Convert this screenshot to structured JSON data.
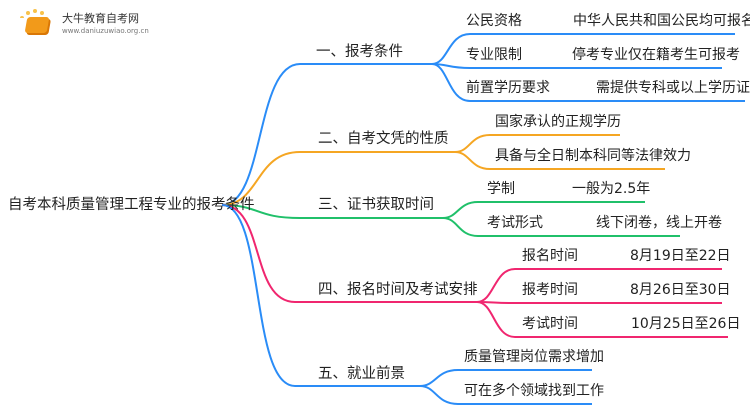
{
  "logo": {
    "name": "大牛教育自考网",
    "url": "www.daniuzuwiao.org.cn"
  },
  "root": "自考本科质量管理工程专业的报考条件",
  "colors": {
    "blue": "#2a8cf7",
    "orange": "#f5a623",
    "green": "#20c06a",
    "pink": "#f0266f"
  },
  "branches": [
    {
      "label": "一、报考条件",
      "leaves": [
        {
          "key": "公民资格",
          "value": "中华人民共和国公民均可报名"
        },
        {
          "key": "专业限制",
          "value": "停考专业仅在籍考生可报考"
        },
        {
          "key": "前置学历要求",
          "value": "需提供专科或以上学历证书"
        }
      ]
    },
    {
      "label": "二、自考文凭的性质",
      "leaves": [
        {
          "key": "国家承认的正规学历"
        },
        {
          "key": "具备与全日制本科同等法律效力"
        }
      ]
    },
    {
      "label": "三、证书获取时间",
      "leaves": [
        {
          "key": "学制",
          "value": "一般为2.5年"
        },
        {
          "key": "考试形式",
          "value": "线下闭卷，线上开卷"
        }
      ]
    },
    {
      "label": "四、报名时间及考试安排",
      "leaves": [
        {
          "key": "报名时间",
          "value": "8月19日至22日"
        },
        {
          "key": "报考时间",
          "value": "8月26日至30日"
        },
        {
          "key": "考试时间",
          "value": "10月25日至26日"
        }
      ]
    },
    {
      "label": "五、就业前景",
      "leaves": [
        {
          "key": "质量管理岗位需求增加"
        },
        {
          "key": "可在多个领域找到工作"
        }
      ]
    }
  ]
}
